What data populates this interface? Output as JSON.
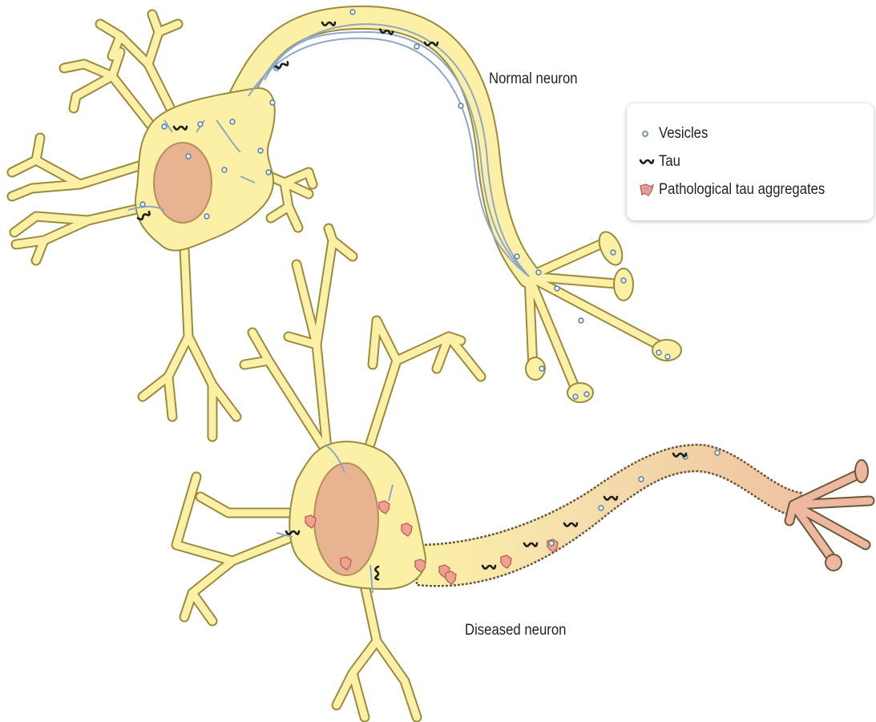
{
  "labels": {
    "normal_neuron": "Normal neuron",
    "diseased_neuron": "Diseased neuron"
  },
  "legend": {
    "items": [
      {
        "icon": "vesicle-icon",
        "label": "Vesicles"
      },
      {
        "icon": "tau-icon",
        "label": "Tau"
      },
      {
        "icon": "tau-aggregate-icon",
        "label": "Pathological tau aggregates"
      }
    ]
  },
  "colors": {
    "cell_fill": "#fbf0a6",
    "cell_outline": "#9a8c3e",
    "nucleus_fill": "#e7b390",
    "nucleus_outline": "#b98d5a",
    "microtubule": "#8fa7c8",
    "vesicle_fill": "#e6f0f6",
    "vesicle_outline": "#5a7fa0",
    "tau": "#1e1e1e",
    "aggregate_fill": "#f0a08f",
    "aggregate_outline": "#b86560",
    "diseased_axon_fill": "#f0c9a6",
    "diseased_terminal_fill": "#eeb8a0",
    "diseased_axon_outline": "#6b5a3a"
  }
}
